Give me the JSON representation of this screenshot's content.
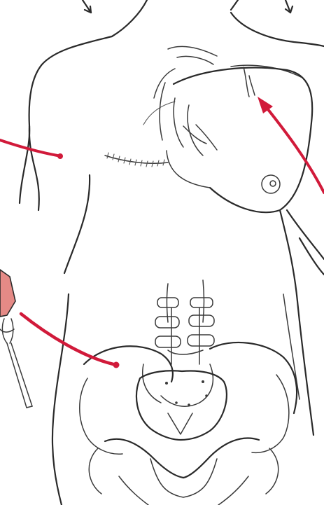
{
  "diagram": {
    "colors": {
      "line": "#2a2a2a",
      "annotation": "#d11a3a",
      "implant": "#e58a86",
      "background": "#ffffff"
    },
    "annotations": [
      {
        "id": "chest-wall-pointer",
        "type": "arrow-line-with-dot"
      },
      {
        "id": "breast-pointer",
        "type": "arrowhead"
      },
      {
        "id": "pelvis-pointer",
        "type": "arrow-line-with-dot"
      }
    ]
  }
}
